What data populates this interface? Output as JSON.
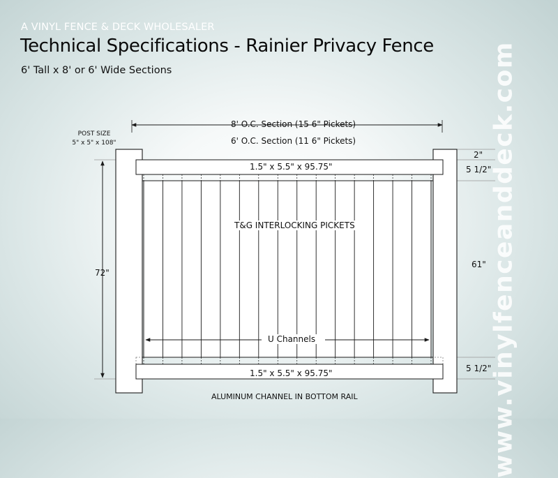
{
  "header": {
    "brand": "A VINYL FENCE & DECK WHOLESALER",
    "title": "Technical Specifications - Rainier Privacy Fence",
    "subtitle": "6' Tall x 8' or 6' Wide Sections"
  },
  "diagram": {
    "post_size_label": "POST SIZE",
    "post_size_value": "5\" x 5\" x 108\"",
    "section_8ft": "8' O.C. Section (15  6\" Pickets)",
    "section_6ft": "6' O.C. Section (11  6\" Pickets)",
    "top_rail": "1.5\" x 5.5\" x 95.75\"",
    "bottom_rail": "1.5\" x 5.5\" x 95.75\"",
    "pickets_label": "T&G INTERLOCKING PICKETS",
    "u_channels_label": "U Channels",
    "total_height": "72\"",
    "picket_height": "61\"",
    "top_gap": "2\"",
    "top_rail_height": "5 1/2\"",
    "bottom_rail_height": "5 1/2\"",
    "footer_note": "ALUMINUM CHANNEL IN BOTTOM RAIL",
    "picket_count": 15
  },
  "watermark": "www.vinylfenceanddeck.com",
  "colors": {
    "line": "#1a1a1a",
    "fill": "#ffffff",
    "background_edge": "#c2d3d3"
  }
}
